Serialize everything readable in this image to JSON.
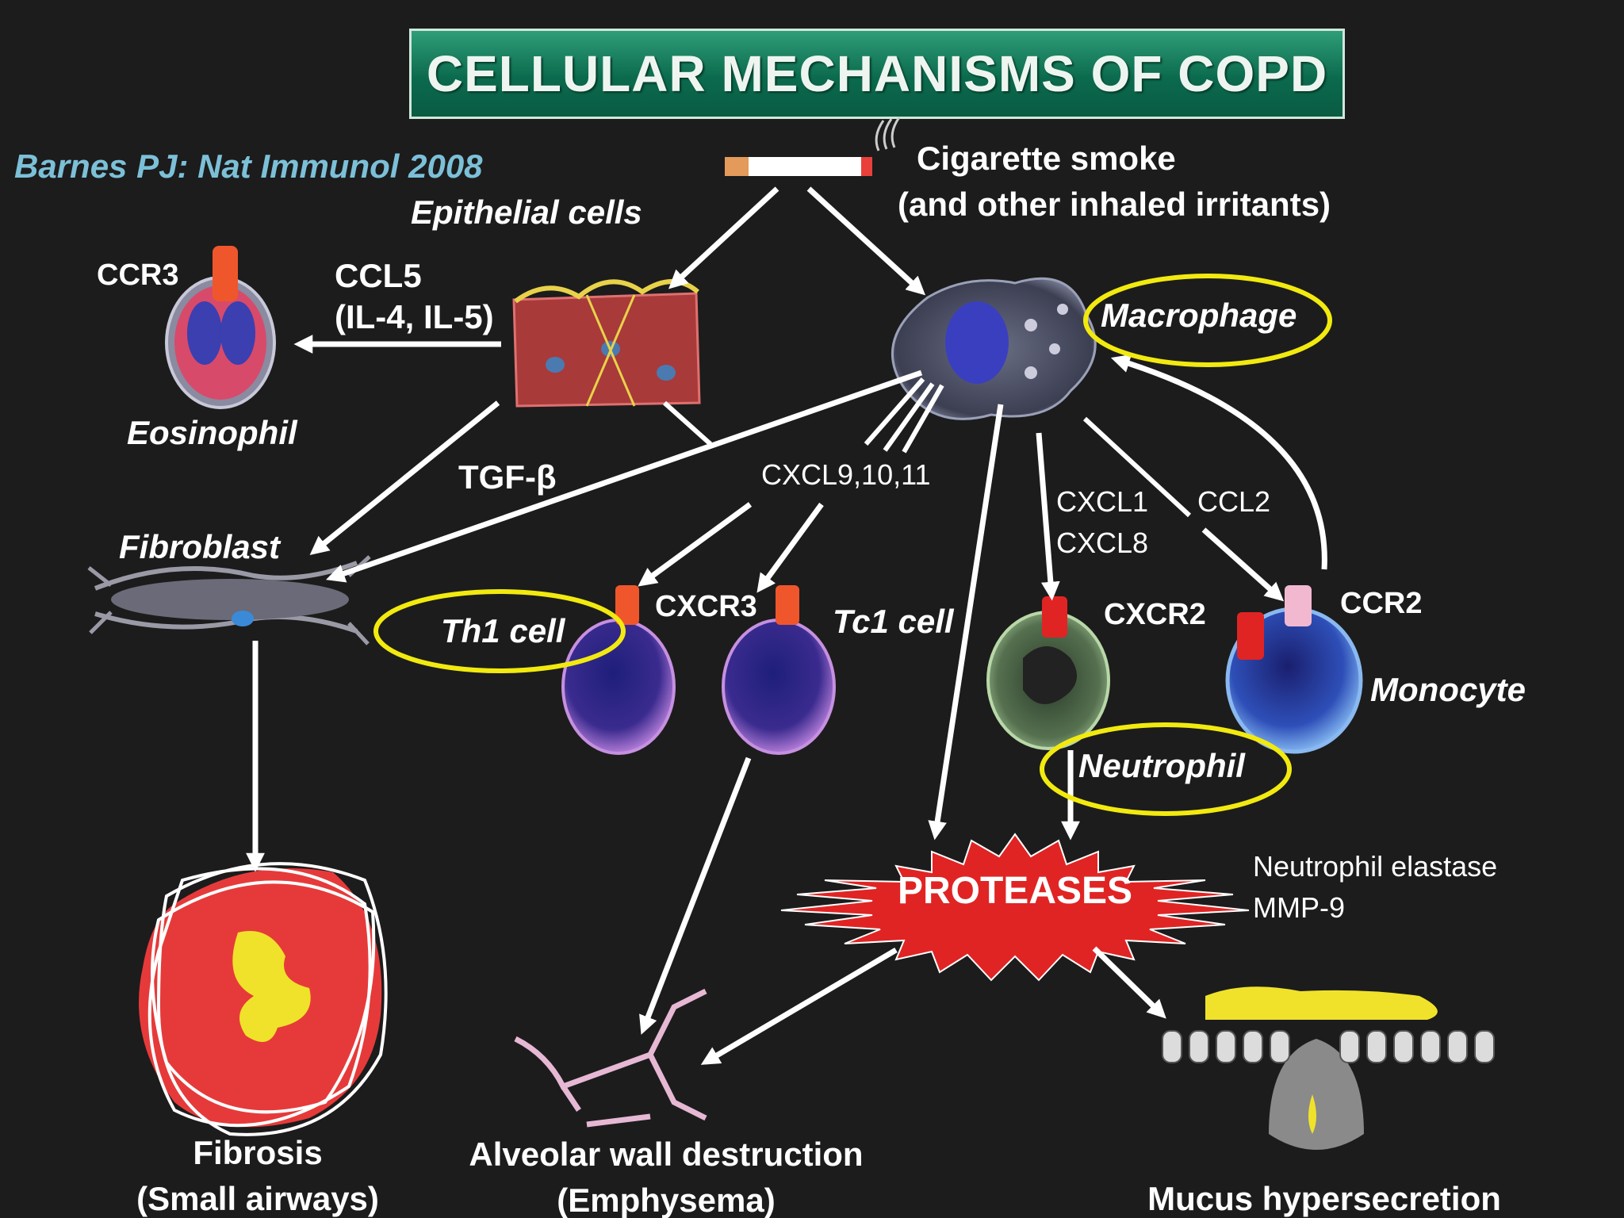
{
  "title": "CELLULAR MECHANISMS OF COPD",
  "citation": "Barnes PJ: Nat Immunol 2008",
  "labels": {
    "cigarette_smoke_1": "Cigarette smoke",
    "cigarette_smoke_2": "(and other inhaled irritants)",
    "epithelial_cells": "Epithelial cells",
    "macrophage": "Macrophage",
    "ccr3": "CCR3",
    "ccl5_1": "CCL5",
    "ccl5_2": "(IL-4, IL-5)",
    "eosinophil": "Eosinophil",
    "tgf_beta": "TGF-β",
    "cxcl9": "CXCL9,10,11",
    "fibroblast": "Fibroblast",
    "cxcl1": "CXCL1",
    "cxcl8": "CXCL8",
    "ccl2": "CCL2",
    "th1_cell": "Th1 cell",
    "cxcr3": "CXCR3",
    "tc1_cell": "Tc1 cell",
    "cxcr2": "CXCR2",
    "ccr2": "CCR2",
    "monocyte": "Monocyte",
    "neutrophil": "Neutrophil",
    "proteases": "PROTEASES",
    "neutrophil_elastase": "Neutrophil elastase",
    "mmp9": "MMP-9",
    "fibrosis_1": "Fibrosis",
    "fibrosis_2": "(Small airways)",
    "alveolar_1": "Alveolar wall destruction",
    "alveolar_2": "(Emphysema)",
    "mucus": "Mucus hypersecretion"
  },
  "colors": {
    "background": "#1c1c1c",
    "arrow": "#ffffff",
    "highlight": "#f2ea0f",
    "protease_burst": "#e02424",
    "citation": "#7cc0d8",
    "title_banner": "#0b6a4d"
  },
  "highlighted": [
    "Macrophage",
    "Th1 cell",
    "Neutrophil"
  ]
}
